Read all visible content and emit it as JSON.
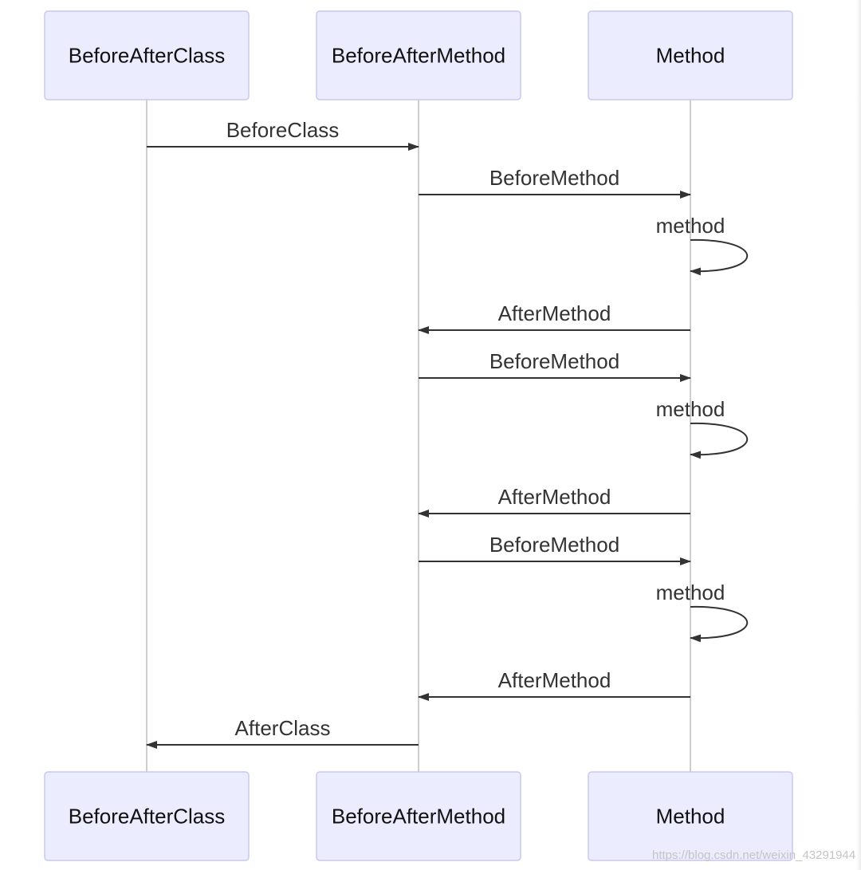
{
  "actors": [
    {
      "id": "A",
      "name": "BeforeAfterClass"
    },
    {
      "id": "B",
      "name": "BeforeAfterMethod"
    },
    {
      "id": "C",
      "name": "Method"
    }
  ],
  "messages": [
    {
      "from": "A",
      "to": "B",
      "text": "BeforeClass"
    },
    {
      "from": "B",
      "to": "C",
      "text": "BeforeMethod"
    },
    {
      "from": "C",
      "to": "C",
      "text": "method"
    },
    {
      "from": "C",
      "to": "B",
      "text": "AfterMethod"
    },
    {
      "from": "B",
      "to": "C",
      "text": "BeforeMethod"
    },
    {
      "from": "C",
      "to": "C",
      "text": "method"
    },
    {
      "from": "C",
      "to": "B",
      "text": "AfterMethod"
    },
    {
      "from": "B",
      "to": "C",
      "text": "BeforeMethod"
    },
    {
      "from": "C",
      "to": "C",
      "text": "method"
    },
    {
      "from": "C",
      "to": "B",
      "text": "AfterMethod"
    },
    {
      "from": "B",
      "to": "A",
      "text": "AfterClass"
    }
  ],
  "colors": {
    "actor_fill": "#ECECFF",
    "actor_border": "#C9C9F0",
    "lifeline": "#BDBDBD",
    "arrow": "#333333"
  },
  "watermark": "https://blog.csdn.net/weixin_43291944"
}
